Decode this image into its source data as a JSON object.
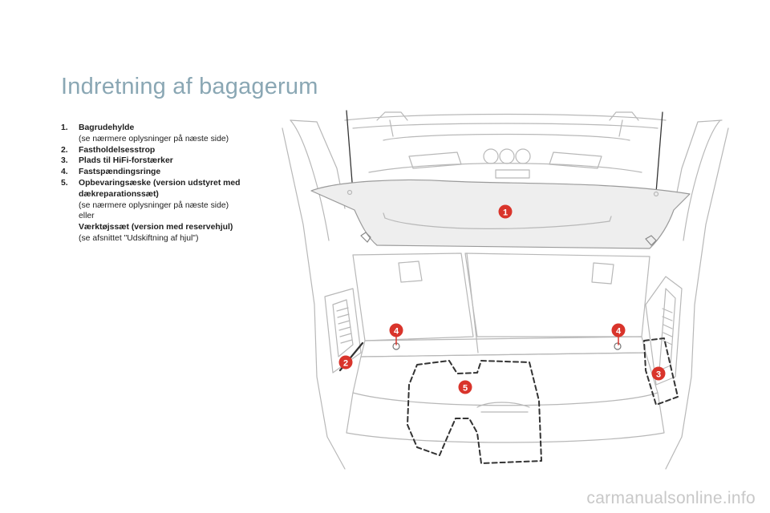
{
  "page": {
    "title": "Indretning af bagagerum"
  },
  "legend": {
    "items": [
      {
        "number": "1.",
        "label": "Bagrudehylde",
        "notes": [
          "(se nærmere oplysninger på næste side)"
        ]
      },
      {
        "number": "2.",
        "label": "Fastholdelsesstrop",
        "notes": []
      },
      {
        "number": "3.",
        "label": "Plads til HiFi-forstærker",
        "notes": []
      },
      {
        "number": "4.",
        "label": "Fastspændingsringe",
        "notes": []
      },
      {
        "number": "5.",
        "label": "Opbevaringsæske (version udstyret med dækreparationssæt)",
        "notes": [
          "(se nærmere oplysninger på næste side)",
          "eller"
        ],
        "alt_label": "Værktøjssæt (version med reservehjul)",
        "alt_notes": [
          "(se afsnittet \"Udskiftning af hjul\")"
        ]
      }
    ]
  },
  "callouts": {
    "c1": "1",
    "c2": "2",
    "c3": "3",
    "c4a": "4",
    "c4b": "4",
    "c5": "5"
  },
  "colors": {
    "title": "#8aa7b4",
    "callout": "#d9342b",
    "line": "#b8b8b8"
  },
  "watermark": "carmanualsonline.info"
}
